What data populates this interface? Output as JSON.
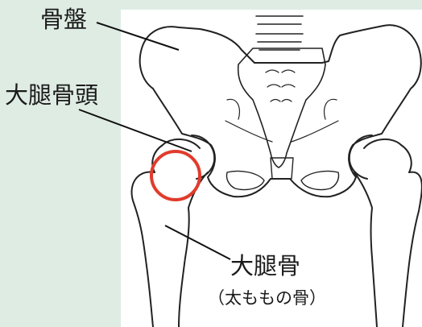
{
  "labels": {
    "pelvis": "骨盤",
    "femoral_head": "大腿骨頭",
    "femur": "大腿骨",
    "femur_note": "（太ももの骨）"
  },
  "colors": {
    "background": "#dfece4",
    "panel": "#ffffff",
    "bone_outline": "#222222",
    "highlight_circle": "#e03c2d"
  }
}
